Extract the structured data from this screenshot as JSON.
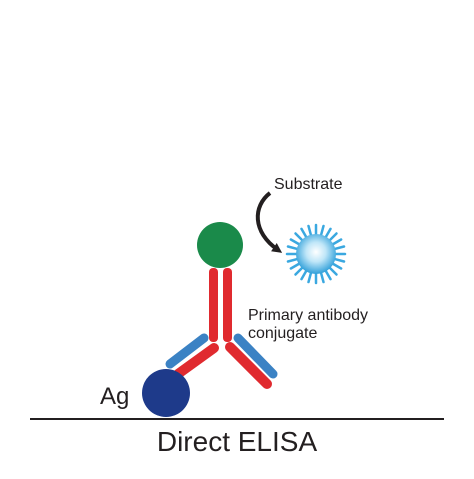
{
  "diagram": {
    "title": "Direct ELISA",
    "labels": {
      "substrate": "Substrate",
      "primary_antibody_line1": "Primary antibody",
      "primary_antibody_line2": "conjugate",
      "antigen": "Ag"
    },
    "colors": {
      "enzyme": "#1a8a4a",
      "heavy_chain": "#e02a2f",
      "light_chain": "#3b82c4",
      "antigen": "#1e3a8a",
      "substrate_core": "#ffffff",
      "substrate_outer": "#3aa8e0",
      "arrow": "#231f20",
      "surface": "#231f20"
    },
    "icons": [
      "curved-arrow-icon",
      "substrate-burst-icon"
    ]
  }
}
